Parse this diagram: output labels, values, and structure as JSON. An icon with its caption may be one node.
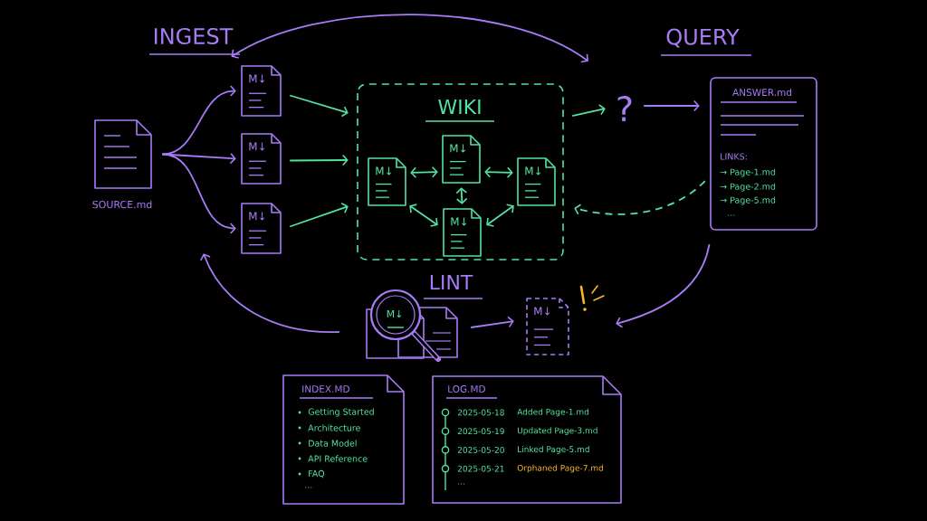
{
  "diagram": {
    "nodes": [
      {
        "text": [
          "SOURCE.md"
        ]
      },
      {
        "text": [
          "M↓"
        ]
      },
      {
        "text": [
          "M↓"
        ]
      },
      {
        "text": [
          "M↓"
        ]
      },
      {
        "text": [
          "WIKI"
        ]
      },
      {
        "text": [
          "M↓"
        ],
        "in": 4
      },
      {
        "text": [
          "M↓"
        ],
        "in": 4
      },
      {
        "text": [
          "M↓"
        ],
        "in": 4
      },
      {
        "text": [
          "M↓"
        ],
        "in": 4
      },
      {
        "text": [
          "?"
        ]
      },
      {
        "text": [
          "ANSWER.md",
          "LINKS:",
          "→ Page-1.md",
          "→ Page-2.md",
          "→ Page-5.md",
          "..."
        ]
      },
      {
        "text": [
          "LINT",
          "M↓"
        ]
      },
      {
        "text": [
          "M↓"
        ]
      },
      {
        "text": [
          "INDEX.MD",
          "Getting Started",
          "Architecture",
          "Data Model",
          "API Reference",
          "FAQ",
          "..."
        ]
      },
      {
        "text": [
          "LOG.MD",
          "2025-05-18",
          "Added Page-1.md",
          "2025-05-19",
          "Updated Page-3.md",
          "2025-05-20",
          "Linked Page-5.md",
          "2025-05-21",
          "Orphaned Page-7.md",
          "..."
        ]
      }
    ],
    "edges": [
      {
        "from": 0,
        "to": 1,
        "arrow": "to",
        "color": "#a77cf5"
      },
      {
        "from": 0,
        "to": 2,
        "arrow": "to",
        "color": "#a77cf5"
      },
      {
        "from": 0,
        "to": 3,
        "arrow": "to",
        "color": "#a77cf5"
      },
      {
        "from": 1,
        "to": 4,
        "arrow": "to"
      },
      {
        "from": 2,
        "to": 4,
        "arrow": "to"
      },
      {
        "from": 3,
        "to": 4,
        "arrow": "to"
      },
      {
        "from": 6,
        "to": 5,
        "arrow": "both"
      },
      {
        "from": 5,
        "to": 7,
        "arrow": "both"
      },
      {
        "from": 5,
        "to": 8,
        "arrow": "both"
      },
      {
        "from": 6,
        "to": 8,
        "arrow": "both"
      },
      {
        "from": 7,
        "to": 8,
        "arrow": "both"
      },
      {
        "from": 4,
        "to": 9,
        "arrow": "to"
      },
      {
        "from": 9,
        "to": 10,
        "arrow": "to",
        "color": "#a77cf5"
      },
      {
        "from": 10,
        "to": 4,
        "arrow": "to",
        "style": "dashed"
      },
      {
        "from": 1,
        "to": 9,
        "arrow": "both",
        "color": "#a77cf5"
      },
      {
        "from": 10,
        "to": 12,
        "arrow": "to",
        "color": "#a77cf5"
      },
      {
        "from": 11,
        "to": 12,
        "arrow": "to",
        "color": "#a77cf5"
      },
      {
        "from": 11,
        "to": 3,
        "arrow": "to",
        "color": "#a77cf5"
      }
    ],
    "labels": [
      "INGEST",
      "QUERY"
    ]
  }
}
